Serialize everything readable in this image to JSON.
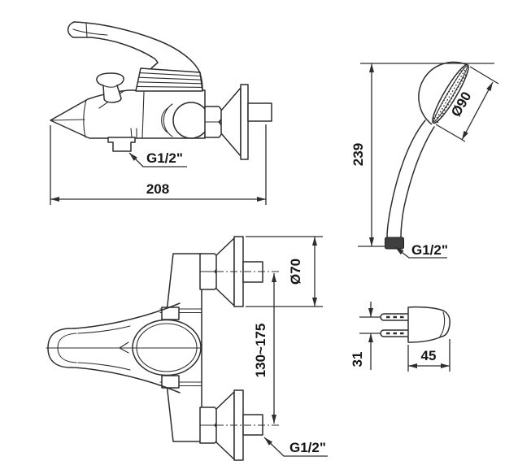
{
  "canvas": {
    "background": "#ffffff",
    "line_color": "#2d2d2d",
    "text_color": "#161616",
    "connector_fill": "#3f3f3f"
  },
  "views": {
    "mixer_side": {
      "labels": {
        "width": "208",
        "outlet_thread": "G1/2\""
      }
    },
    "hand_shower": {
      "labels": {
        "length": "239",
        "head_diameter": "Ø90",
        "thread": "G1/2\""
      }
    },
    "mixer_top": {
      "labels": {
        "flange_diameter": "Ø70",
        "inlet_spacing": "130~175",
        "thread": "G1/2\""
      }
    },
    "wall_bracket": {
      "labels": {
        "pin_spacing": "31",
        "depth": "45"
      }
    }
  }
}
